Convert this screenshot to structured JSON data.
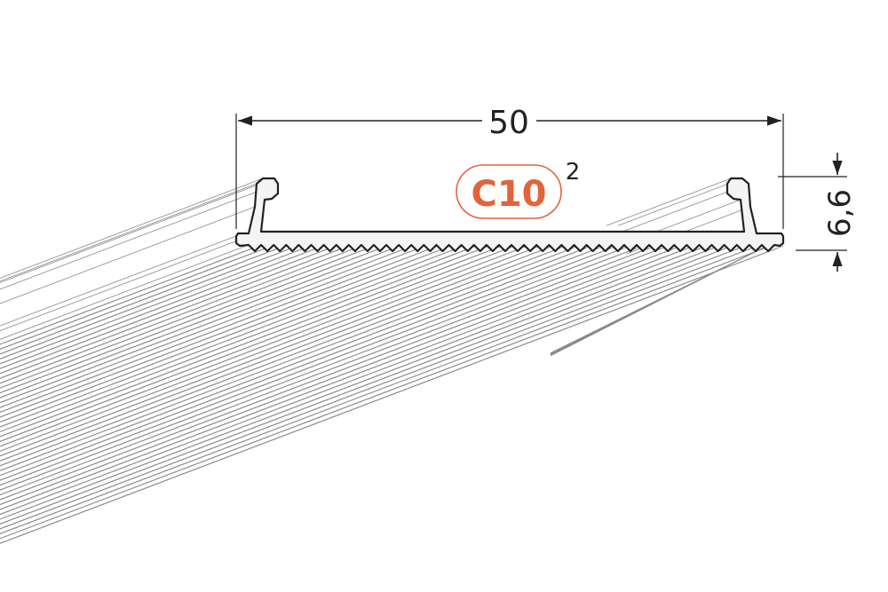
{
  "drawing": {
    "width_label": "50",
    "height_label": "6,6",
    "profile_code": "C10",
    "code_superscript": "2"
  },
  "colors": {
    "accent": "#e2643a",
    "line": "#222222",
    "hatch": "#8a8a8a",
    "profile_fill": "#f4f4f4"
  }
}
